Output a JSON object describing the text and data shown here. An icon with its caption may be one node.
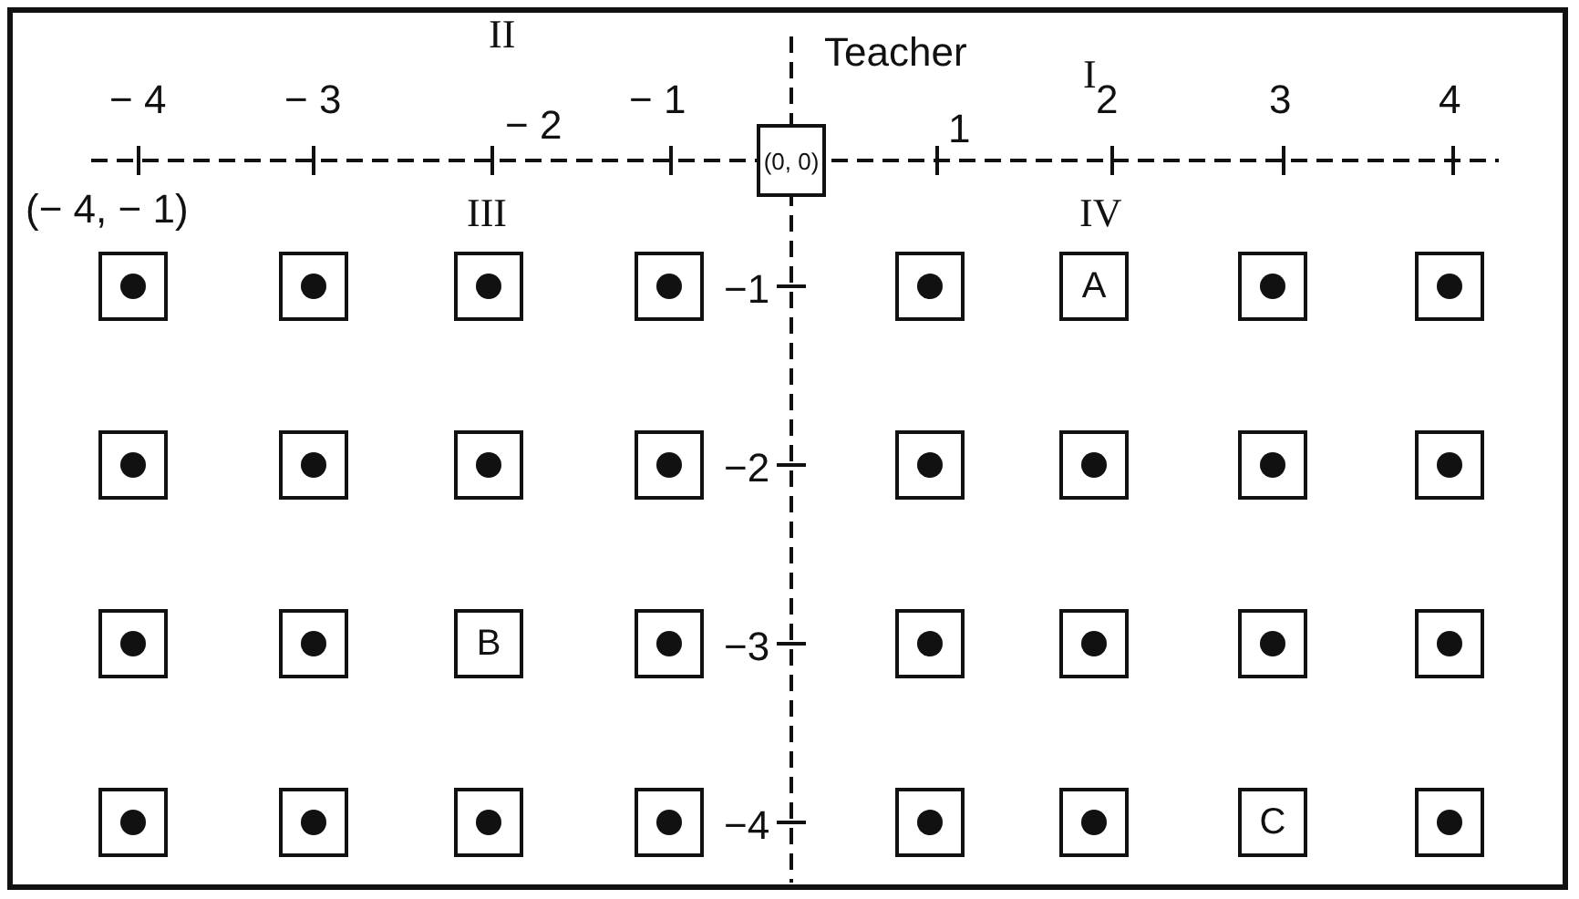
{
  "diagram": {
    "nodes": [
      {
        "text": [
          "(0, 0)"
        ],
        "beside": [
          "Teacher"
        ]
      },
      {
        "text": [],
        "shape": "box"
      },
      {
        "text": [],
        "shape": "box"
      },
      {
        "text": [],
        "shape": "box"
      },
      {
        "text": [],
        "shape": "box"
      },
      {
        "text": [],
        "shape": "box"
      },
      {
        "text": [
          "A"
        ]
      },
      {
        "text": [],
        "shape": "box"
      },
      {
        "text": [],
        "shape": "box"
      },
      {
        "text": [],
        "shape": "box"
      },
      {
        "text": [],
        "shape": "box"
      },
      {
        "text": [],
        "shape": "box"
      },
      {
        "text": [],
        "shape": "box"
      },
      {
        "text": [],
        "shape": "box"
      },
      {
        "text": [],
        "shape": "box"
      },
      {
        "text": [],
        "shape": "box"
      },
      {
        "text": [],
        "shape": "box"
      },
      {
        "text": [],
        "shape": "box"
      },
      {
        "text": [],
        "shape": "box"
      },
      {
        "text": [
          "B"
        ]
      },
      {
        "text": [],
        "shape": "box"
      },
      {
        "text": [],
        "shape": "box"
      },
      {
        "text": [],
        "shape": "box"
      },
      {
        "text": [],
        "shape": "box"
      },
      {
        "text": [],
        "shape": "box"
      },
      {
        "text": [],
        "shape": "box"
      },
      {
        "text": [],
        "shape": "box"
      },
      {
        "text": [],
        "shape": "box"
      },
      {
        "text": [],
        "shape": "box"
      },
      {
        "text": [],
        "shape": "box"
      },
      {
        "text": [],
        "shape": "box"
      },
      {
        "text": [
          "C"
        ]
      },
      {
        "text": [],
        "shape": "box"
      }
    ],
    "labels": [
      "II",
      "I",
      "− 4",
      "− 3",
      "− 1",
      "2",
      "3",
      "4",
      "− 2",
      "1",
      "(− 4, − 1)",
      "III",
      "IV",
      "−1",
      "−2",
      "−3",
      "−4"
    ]
  }
}
